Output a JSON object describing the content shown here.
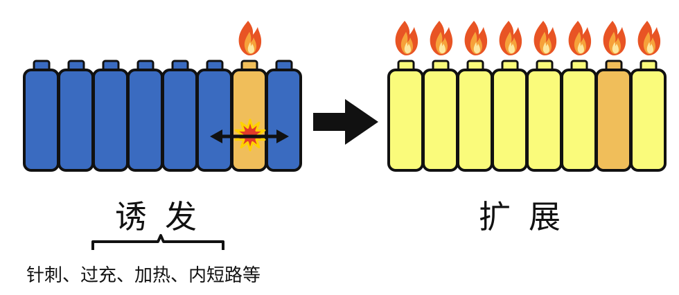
{
  "left_panel": {
    "label": "诱发",
    "causes": "针刺、过充、加热、内短路等",
    "battery_count": 8,
    "triggered_index": 6,
    "colors": {
      "cell": "#3a6bc0",
      "triggered": "#f0be5a"
    }
  },
  "right_panel": {
    "label": "扩展",
    "battery_count": 8,
    "origin_index": 6,
    "colors": {
      "cell": "#fafb7b",
      "origin": "#f0be5a"
    }
  },
  "colors": {
    "outline": "#111111",
    "arrow": "#111111",
    "burst": "#e23b2a",
    "burst_edge": "#ffd200"
  },
  "icons": [
    "flame-icon",
    "explosion-icon",
    "double-arrow-icon",
    "right-arrow-icon",
    "bracket-icon"
  ]
}
